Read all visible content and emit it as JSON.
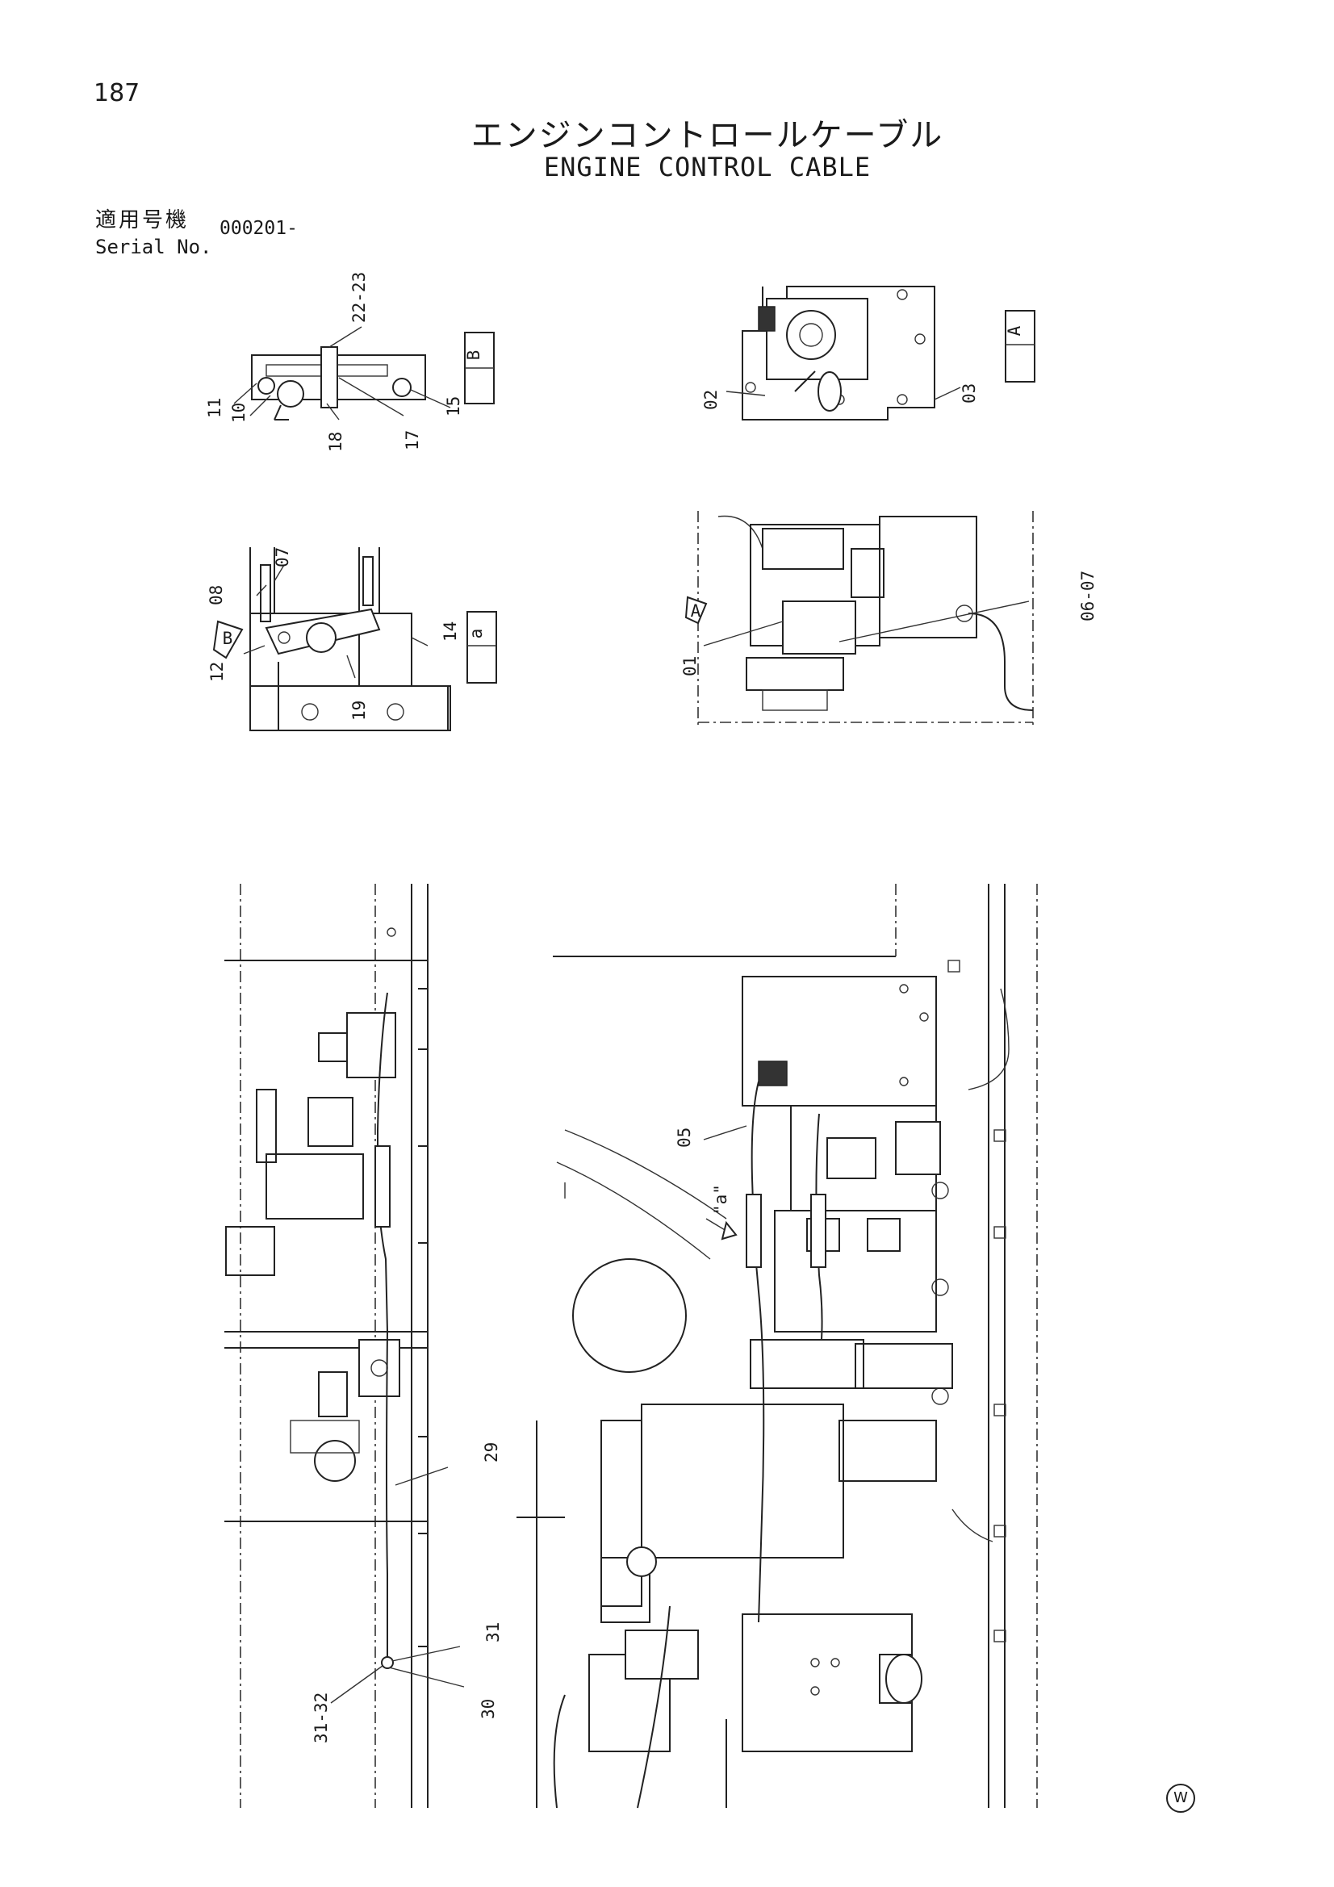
{
  "page_number": "187",
  "title_jp": "エンジンコントロールケーブル",
  "title_en": "ENGINE CONTROL CABLE",
  "serial": {
    "label_jp": "適用号機",
    "label_en": "Serial No.",
    "value": "000201-"
  },
  "views": {
    "view_a": "A",
    "view_b": "B",
    "view_small_a": "a"
  },
  "callouts": {
    "c01": "01",
    "c02": "02",
    "c03": "03",
    "c05": "05",
    "c0607": "06-07",
    "c07": "07",
    "c08": "08",
    "c10": "10",
    "c11": "11",
    "c12": "12",
    "c14": "14",
    "c15": "15",
    "c17": "17",
    "c18": "18",
    "c19": "19",
    "c2223": "22-23",
    "c29": "29",
    "c30": "30",
    "c31": "31",
    "c3132": "31-32",
    "lbl_a_quote": "\"a\"",
    "arrow_a": "A",
    "arrow_b": "B"
  },
  "watermark": "W"
}
